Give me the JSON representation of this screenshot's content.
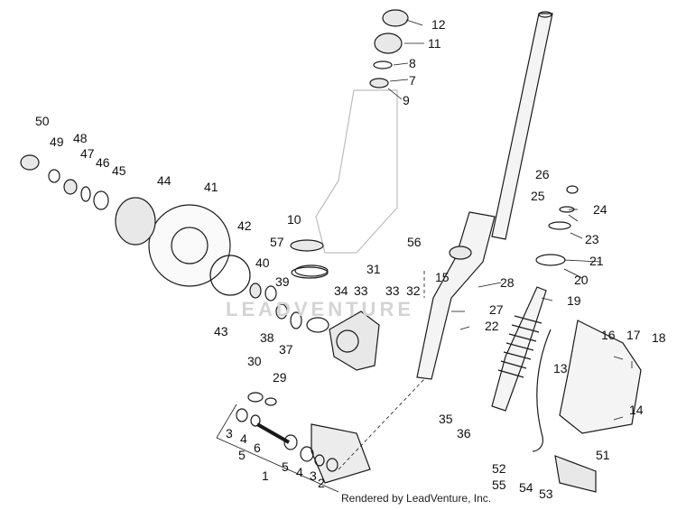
{
  "diagram": {
    "callouts": [
      "1",
      "2",
      "3",
      "4",
      "5",
      "6",
      "7",
      "8",
      "9",
      "10",
      "11",
      "12",
      "13",
      "14",
      "15",
      "16",
      "17",
      "18",
      "19",
      "20",
      "21",
      "22",
      "23",
      "24",
      "25",
      "26",
      "27",
      "28",
      "29",
      "30",
      "31",
      "32",
      "33",
      "33",
      "34",
      "35",
      "36",
      "37",
      "38",
      "39",
      "40",
      "41",
      "42",
      "43",
      "44",
      "45",
      "46",
      "47",
      "48",
      "49",
      "50",
      "51",
      "52",
      "53",
      "54",
      "55",
      "56",
      "57",
      "3",
      "4",
      "5"
    ],
    "watermark": "LEADVENTURE",
    "credit": "Rendered by LeadVenture, Inc."
  },
  "colors": {
    "ink": "#1a1a1a",
    "ghost": "#bdbdbd",
    "paper": "#ffffff"
  }
}
